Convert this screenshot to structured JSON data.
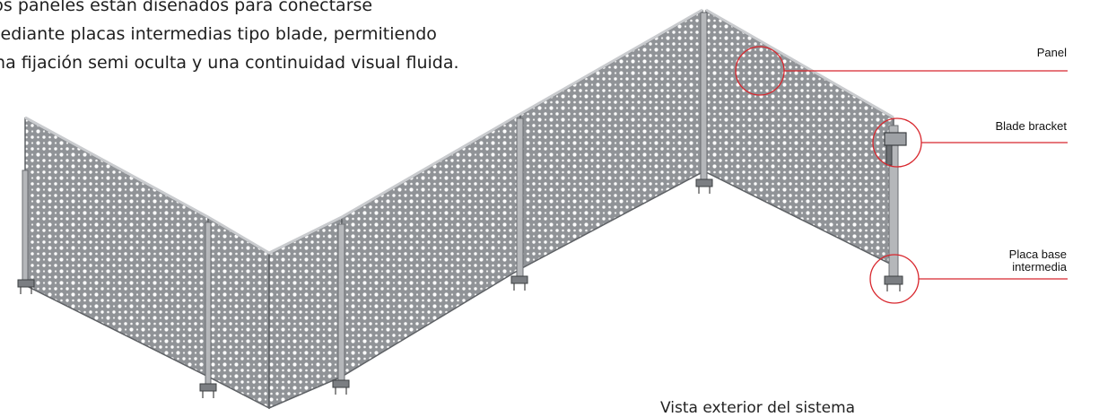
{
  "description": {
    "lines": [
      "Los paneles están diseñados para conectarse",
      "mediante placas intermedias tipo blade, permitiendo",
      "una fijación semi oculta y una continuidad visual fluida."
    ]
  },
  "callouts": {
    "panel": "Panel",
    "blade_bracket": "Blade bracket",
    "base_plate_line1": "Placa base",
    "base_plate_line2": "intermedia"
  },
  "caption": "Vista exterior del sistema",
  "colors": {
    "callout": "#d8262d",
    "panel_fill": "#8f9296",
    "panel_dark": "#6e7175",
    "post": "#b4b6b9",
    "text": "#1e1e1e"
  }
}
